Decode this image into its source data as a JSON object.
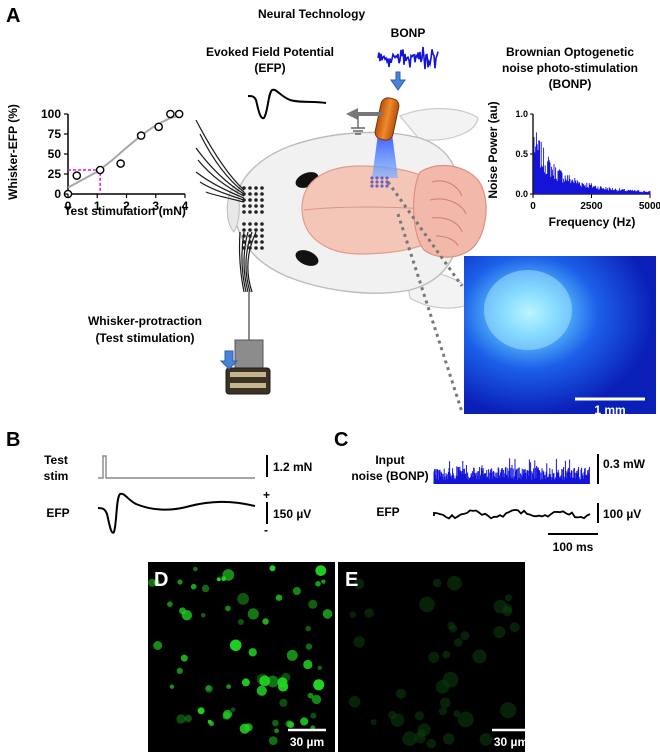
{
  "panel_letters": {
    "a": "A",
    "b": "B",
    "c": "C",
    "d": "D",
    "e": "E"
  },
  "header": {
    "title": "Neural Technology"
  },
  "efp_block": {
    "title_line1": "Evoked Field Potential",
    "title_line2": "(EFP)"
  },
  "bonp_block": {
    "label": "BONP"
  },
  "brownian": {
    "line1": "Brownian Optogenetic",
    "line2": "noise photo-stimulation",
    "line3": "(BONP)"
  },
  "whisker_block": {
    "line1": "Whisker-protraction",
    "line2": "(Test stimulation)"
  },
  "panel_b": {
    "test_stim_line1": "Test",
    "test_stim_line2": "stim",
    "efp_label": "EFP",
    "scale_top": "1.2 mN",
    "scale_bottom": "150 µV",
    "plus": "+",
    "minus": "-"
  },
  "panel_c": {
    "input_line1": "Input",
    "input_line2": "noise (BONP)",
    "efp_label": "EFP",
    "scale_top": "0.3 mW",
    "scale_bottom": "100 µV",
    "time_scale": "100 ms"
  },
  "image_panels": {
    "photo_scale": "1 mm",
    "d_scale": "30 µm",
    "e_scale": "30 µm"
  },
  "colors": {
    "blue_signal": "#1414d8",
    "magenta_guide": "#e010e0",
    "fluor_green": "#22d422",
    "orange_fiber": "#e8781c",
    "brain_pink": "#f4c6b8"
  },
  "chart_data": [
    {
      "type": "scatter",
      "title": "",
      "xlabel": "Test stimulation (mN)",
      "ylabel": "Whisker-EFP (%)",
      "xlim": [
        0,
        4
      ],
      "ylim": [
        0,
        100
      ],
      "xticks": [
        "0",
        "1",
        "2",
        "3",
        "4"
      ],
      "yticks": [
        "0",
        "25",
        "50",
        "75",
        "100"
      ],
      "grid": false,
      "series": [
        {
          "x": [
            0.0,
            0.3,
            1.1,
            1.8,
            2.5,
            3.1,
            3.5,
            3.8
          ],
          "y": [
            0,
            23,
            30,
            38,
            73,
            84,
            100,
            100
          ]
        }
      ],
      "fit_curve": {
        "x": [
          0.0,
          0.5,
          1.0,
          1.5,
          2.0,
          2.5,
          3.0,
          3.5,
          3.9
        ],
        "y": [
          8,
          18,
          28,
          42,
          58,
          73,
          86,
          95,
          99
        ]
      },
      "guide_point": [
        1.1,
        30
      ]
    },
    {
      "type": "area",
      "title": "",
      "xlabel": "Frequency (Hz)",
      "ylabel": "Noise Power (au)",
      "xlim": [
        0,
        5000
      ],
      "ylim": [
        0,
        1.0
      ],
      "xticks": [
        "0",
        "2500",
        "5000"
      ],
      "yticks": [
        "0.0",
        "0.5",
        "1.0"
      ],
      "grid": false,
      "envelope": {
        "x": [
          0,
          100,
          250,
          500,
          750,
          1000,
          1500,
          2000,
          2500,
          3000,
          3500,
          4000,
          4500,
          5000
        ],
        "y": [
          1.0,
          0.8,
          0.72,
          0.55,
          0.45,
          0.36,
          0.26,
          0.19,
          0.14,
          0.1,
          0.08,
          0.06,
          0.05,
          0.04
        ]
      }
    }
  ]
}
